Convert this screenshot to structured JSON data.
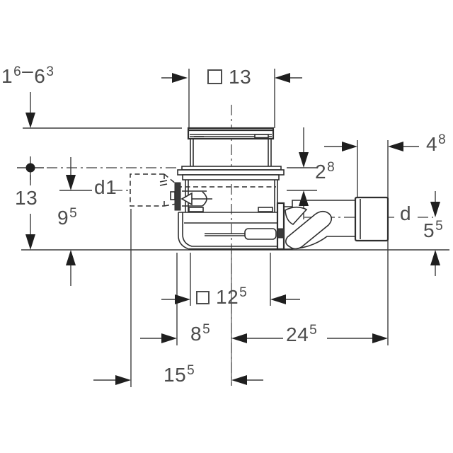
{
  "drawing_title": "floor-drain-technical-dimension-drawing",
  "colors": {
    "background": "#ffffff",
    "line": "#3c3c3c",
    "body_line": "#2e2e2e",
    "arrow": "#1f1f1f",
    "text": "#4c4c4c"
  },
  "dims": {
    "height_range": {
      "whole1": "1",
      "sup1": "6",
      "dash": "–",
      "whole2": "6",
      "sup2": "3"
    },
    "grate_square": {
      "value": "13"
    },
    "socket_depth": {
      "value": "4",
      "sup": "8"
    },
    "flange_drop": {
      "value": "2",
      "sup": "8"
    },
    "inlet_label": {
      "value": "d1"
    },
    "total_height": {
      "value": "13"
    },
    "inlet_height": {
      "value": "9",
      "sup": "5"
    },
    "outlet_label": {
      "value": "d"
    },
    "outlet_height": {
      "value": "5",
      "sup": "5"
    },
    "body_square": {
      "value": "12",
      "sup": "5"
    },
    "inlet_offset": {
      "value": "8",
      "sup": "5"
    },
    "outlet_offset": {
      "value": "24",
      "sup": "5"
    },
    "total_offset": {
      "value": "15",
      "sup": "5"
    }
  }
}
